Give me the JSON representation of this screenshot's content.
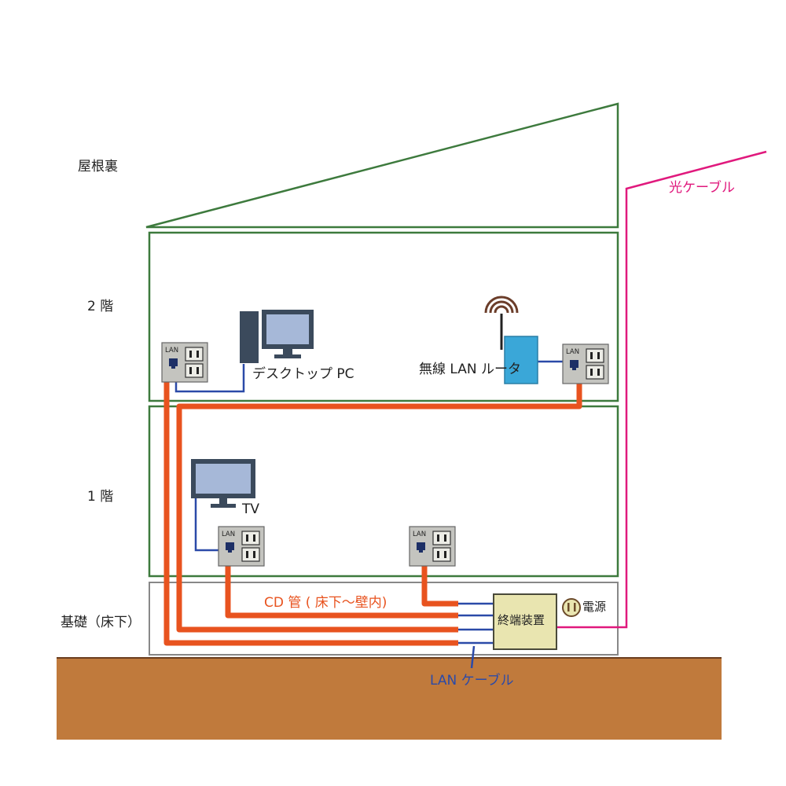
{
  "floors": {
    "attic": "屋根裏",
    "second": "2 階",
    "first": "1 階",
    "foundation": "基礎（床下）"
  },
  "devices": {
    "desktop_pc": "デスクトップ PC",
    "wireless_router": "無線 LAN ルータ",
    "tv": "TV",
    "terminal": "終端装置",
    "power": "電源"
  },
  "cables": {
    "cd_pipe": "CD 管 ( 床下〜壁内)",
    "lan_cable": "LAN ケーブル",
    "optical_cable": "光ケーブル"
  },
  "outlet_label": "LAN",
  "colors": {
    "structure": "#3d7a3d",
    "foundation_outline": "#888888",
    "ground": "#c07a3c",
    "ground_top": "#6b3d1e",
    "cd_pipe": "#e8531f",
    "lan_cable": "#2b4aa8",
    "optical_cable": "#e0197d",
    "router": "#3aa7d8",
    "monitor_frame": "#3b4a5c",
    "monitor_screen": "#a6b8d8",
    "outlet_plate": "#c4c4bf",
    "terminal_box": "#e9e5b0"
  }
}
